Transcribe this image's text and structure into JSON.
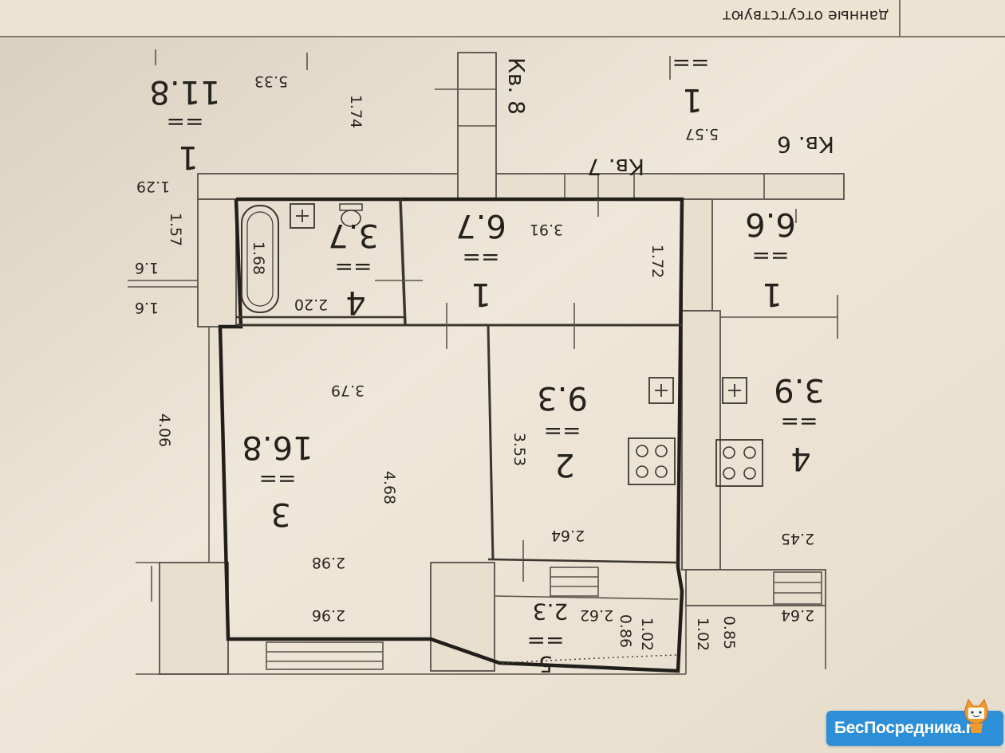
{
  "header": {
    "stamp_text": "данные отсутствуют"
  },
  "apartments": {
    "kv6": "Кв. 6",
    "kv7": "Кв. 7",
    "kv8": "Кв. 8"
  },
  "rooms": [
    {
      "number": "1",
      "area": "6.7",
      "length": "3.91",
      "width": "1.72"
    },
    {
      "number": "2",
      "area": "9.3",
      "length": "3.53",
      "width": "2.64"
    },
    {
      "number": "3",
      "area": "16.8",
      "dims": [
        "3.79",
        "4.68",
        "2.98",
        "2.96"
      ]
    },
    {
      "number": "4",
      "area": "3.7",
      "length": "2.20",
      "width": "1.68"
    },
    {
      "number": "5",
      "area": "2.3",
      "dims": [
        "2.62",
        "0.86",
        "1.02"
      ]
    }
  ],
  "neighbors": {
    "top_left": {
      "number": "1",
      "area": "11.8",
      "dims": [
        "5.33",
        "1.74",
        "1.29",
        "1.57"
      ]
    },
    "top_right": {
      "number": "1",
      "dims": [
        "5.57"
      ]
    },
    "right_room1": {
      "number": "1",
      "area": "6.6"
    },
    "right_room4": {
      "number": "4",
      "area": "3.9",
      "dims": [
        "2.45"
      ]
    },
    "right_balcony": {
      "dims": [
        "2.64",
        "0.85",
        "1.02"
      ]
    },
    "left_side": {
      "dims": [
        "4.06",
        "1.6",
        "1.6"
      ]
    }
  },
  "watermark": {
    "text": "БесПосредника",
    "suffix": ".ru"
  },
  "colors": {
    "paper": "#efe6d7",
    "line": "#221f1b",
    "badge": "#2c8fd8"
  }
}
